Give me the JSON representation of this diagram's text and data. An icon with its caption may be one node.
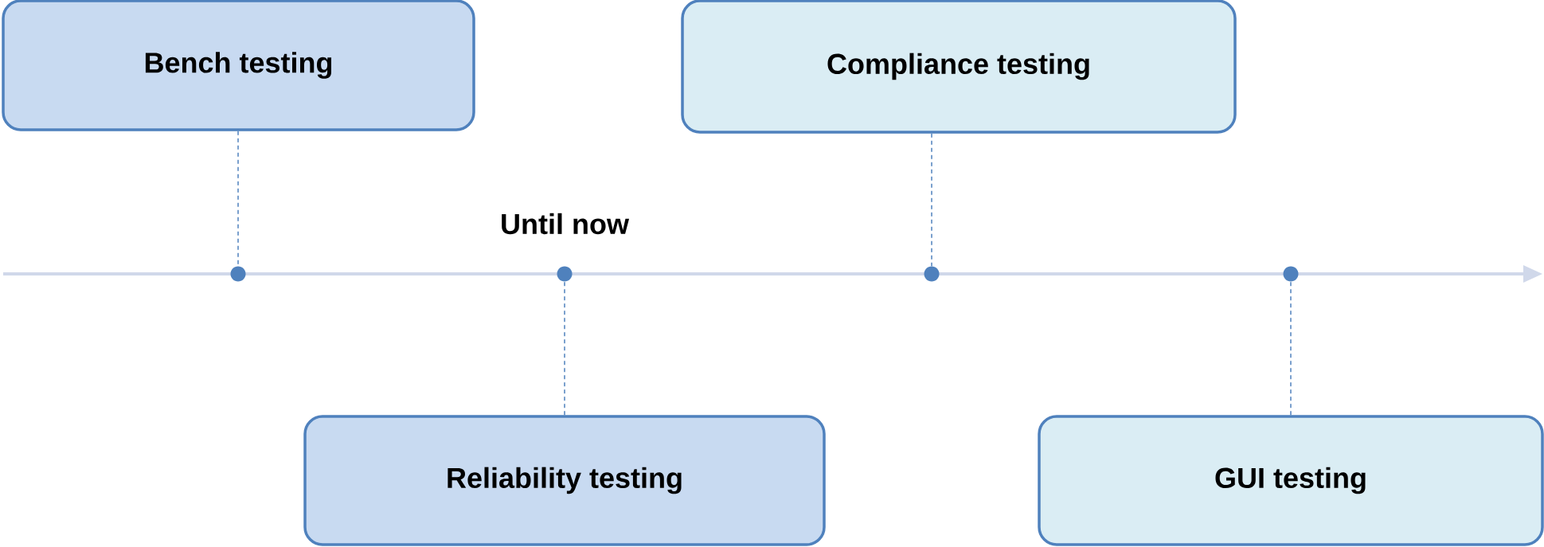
{
  "diagram": {
    "nodes": [
      {
        "text": [
          "Bench testing"
        ]
      },
      {
        "text": [
          "Compliance testing"
        ]
      },
      {
        "text": [],
        "shape": "circle"
      },
      {
        "text": [],
        "shape": "circle"
      },
      {
        "text": [],
        "shape": "circle"
      },
      {
        "text": [],
        "shape": "circle"
      },
      {
        "text": [
          "Reliability testing"
        ]
      },
      {
        "text": [
          "GUI testing"
        ]
      }
    ],
    "edges": [
      {
        "from": 0,
        "to": 2,
        "arrow": "none",
        "style": "dashed"
      },
      {
        "from": 6,
        "to": 3,
        "arrow": "none",
        "style": "dashed"
      },
      {
        "from": 1,
        "to": 4,
        "arrow": "none",
        "style": "dashed"
      },
      {
        "from": 7,
        "to": 5,
        "arrow": "none",
        "style": "dashed"
      }
    ],
    "labels": [
      "Until now"
    ]
  }
}
